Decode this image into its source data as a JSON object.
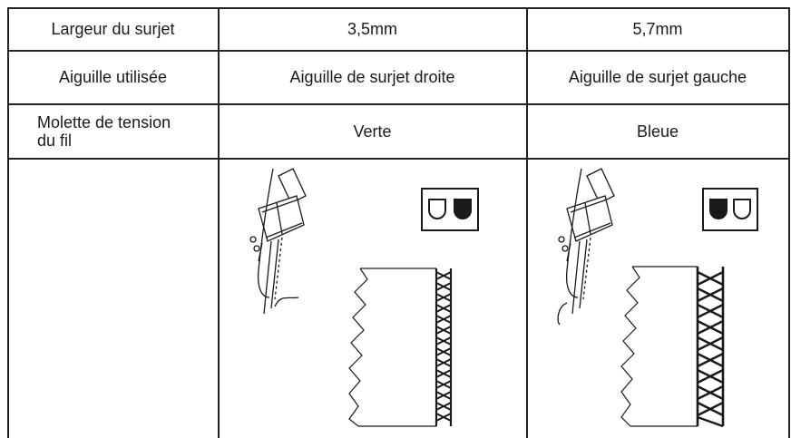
{
  "table": {
    "rows": [
      {
        "label": "Largeur du surjet",
        "col1": "3,5mm",
        "col2": "5,7mm"
      },
      {
        "label": "Aiguille utilisée",
        "col1": "Aiguille de surjet droite",
        "col2": "Aiguille de surjet gauche"
      },
      {
        "label_line1": "Molette de tension",
        "label_line2": "du fil",
        "col1": "Verte",
        "col2": "Bleue"
      }
    ]
  },
  "illustrations": {
    "col1": {
      "needle": "right-needle",
      "indicator": "right-filled"
    },
    "col2": {
      "needle": "left-needle",
      "indicator": "left-filled"
    }
  },
  "colors": {
    "line": "#222222",
    "background": "#ffffff",
    "ink": "#1a1a1a"
  }
}
